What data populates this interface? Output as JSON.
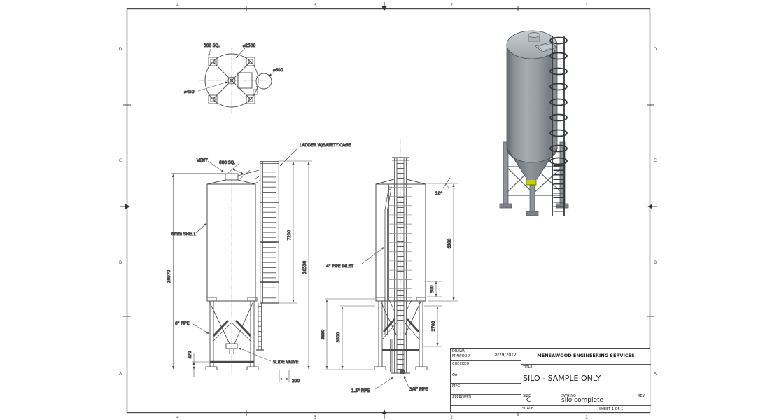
{
  "colors": {
    "line": "#4a4a4a",
    "dim": "#555555",
    "render_body_light": "#a6acb1",
    "render_body_dark": "#62686d",
    "render_top": "#c8cdd1",
    "render_ladder": "#33383d",
    "valve": "#c6d300"
  },
  "sheet": {
    "zones_top": [
      "4",
      "3",
      "2",
      "1"
    ],
    "zones_bottom": [
      "4",
      "3",
      "2",
      "1"
    ],
    "zones_left": [
      "D",
      "C",
      "B",
      "A"
    ],
    "zones_right": [
      "D",
      "C",
      "B",
      "A"
    ]
  },
  "top_view": {
    "dim_leg": "300 SQ.",
    "dim_tank": "⌀2500",
    "dim_manway": "⌀600",
    "dim_hub": "⌀450"
  },
  "front_view": {
    "label_vent": "VENT",
    "dim_vent": "600 SQ.",
    "label_ladder": "LADDER W/SAFETY CAGE",
    "label_shell": "6mm SHELL",
    "label_leg_pipe": "6\" PIPE",
    "label_slide_valve": "SLIDE VALVE",
    "dim_height": "10970",
    "dim_cage": "7200",
    "dim_overall": "10530",
    "dim_base": "470",
    "dim_offset": "200"
  },
  "side_view": {
    "label_inlet": "4\" PIPE INLET",
    "label_pipe_15": "1.5\" PIPE",
    "label_pipe_34": "3/4\" PIPE",
    "dim_angle": "10°",
    "dim_shell": "6100",
    "dim_top": "300",
    "dim_brace": "2700",
    "dim_leg": "3850",
    "dim_inner": "3500"
  },
  "title_block": {
    "drawn_label": "DRAWN",
    "drawn_name": "MMWOOD",
    "drawn_date": "8/29/2012",
    "checked_label": "CHECKED",
    "qa_label": "QA",
    "mfg_label": "MFG",
    "approved_label": "APPROVED",
    "company": "MENSAWOOD ENGINEERING SERVICES",
    "title_label": "TITLE",
    "title": "SILO - SAMPLE ONLY",
    "size_label": "SIZE",
    "size": "C",
    "dwg_no_label": "DWG NO",
    "dwg_no": "silo complete",
    "rev_label": "REV",
    "scale_label": "SCALE",
    "sheet_text": "SHEET 1 OF 1"
  }
}
